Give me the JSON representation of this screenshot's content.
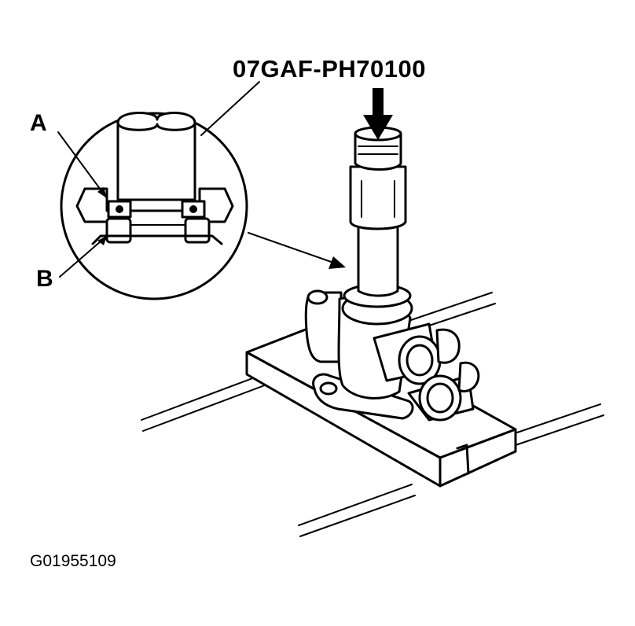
{
  "figure": {
    "tool_part_number": "07GAF-PH70100",
    "callout_a": "A",
    "callout_b": "B",
    "figure_id": "G01955109"
  }
}
